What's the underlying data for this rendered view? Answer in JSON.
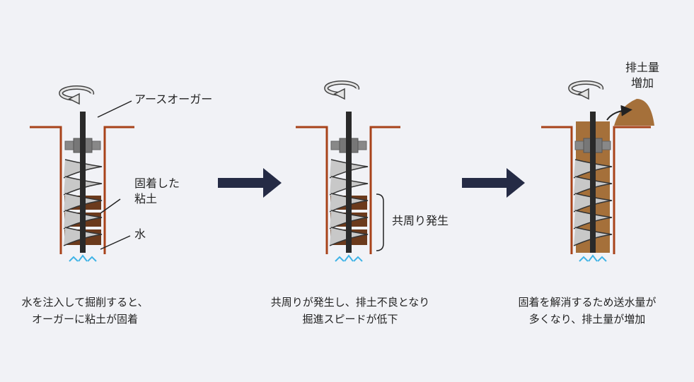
{
  "panels": [
    {
      "labels": {
        "auger": "アースオーガー",
        "clay_line1": "固着した",
        "clay_line2": "粘土",
        "water": "水"
      },
      "caption": [
        "水を注入して掘削すると、",
        "オーガーに粘土が固着"
      ]
    },
    {
      "labels": {
        "corotation": "共周り発生"
      },
      "caption": [
        "共周りが発生し、排土不良となり",
        "掘進スピードが低下"
      ]
    },
    {
      "labels": {
        "soil_line1": "排土量",
        "soil_line2": "増加"
      },
      "caption": [
        "固着を解消するため送水量が",
        "多くなり、排土量が増加"
      ]
    }
  ],
  "colors": {
    "casing": "#a8431a",
    "clay": "#6b3a1c",
    "soil": "#a5703a",
    "rod": "#2a2a2a",
    "spiral": "#c8c8c8",
    "water": "#3fb3e6",
    "arrow": "#252b45"
  }
}
